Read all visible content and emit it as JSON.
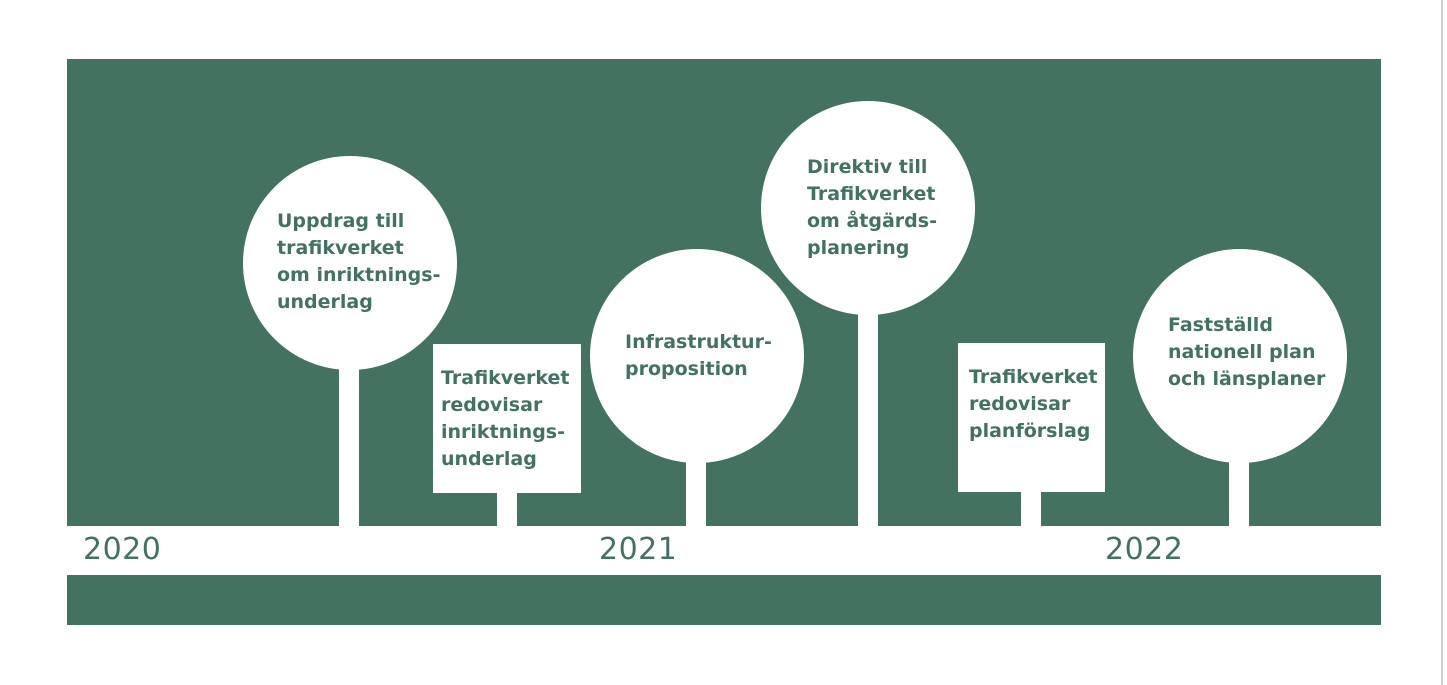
{
  "colors": {
    "panel": "#437261",
    "shape_fill": "#ffffff",
    "text": "#437261"
  },
  "timeline": {
    "years": [
      "2020",
      "2021",
      "2022"
    ],
    "events": [
      {
        "shape": "circle",
        "text": "Uppdrag till\ntrafikverket\nom inriktnings-\nunderlag"
      },
      {
        "shape": "box",
        "text": "Trafikverket\nredovisar\ninriktnings-\nunderlag"
      },
      {
        "shape": "circle",
        "text": "Infrastruktur-\nproposition"
      },
      {
        "shape": "circle",
        "text": "Direktiv till\nTrafikverket\nom åtgärds-\nplanering"
      },
      {
        "shape": "box",
        "text": "Trafikverket\nredovisar\nplanförslag"
      },
      {
        "shape": "circle",
        "text": "Fastställd\nnationell plan\noch länsplaner"
      }
    ]
  }
}
